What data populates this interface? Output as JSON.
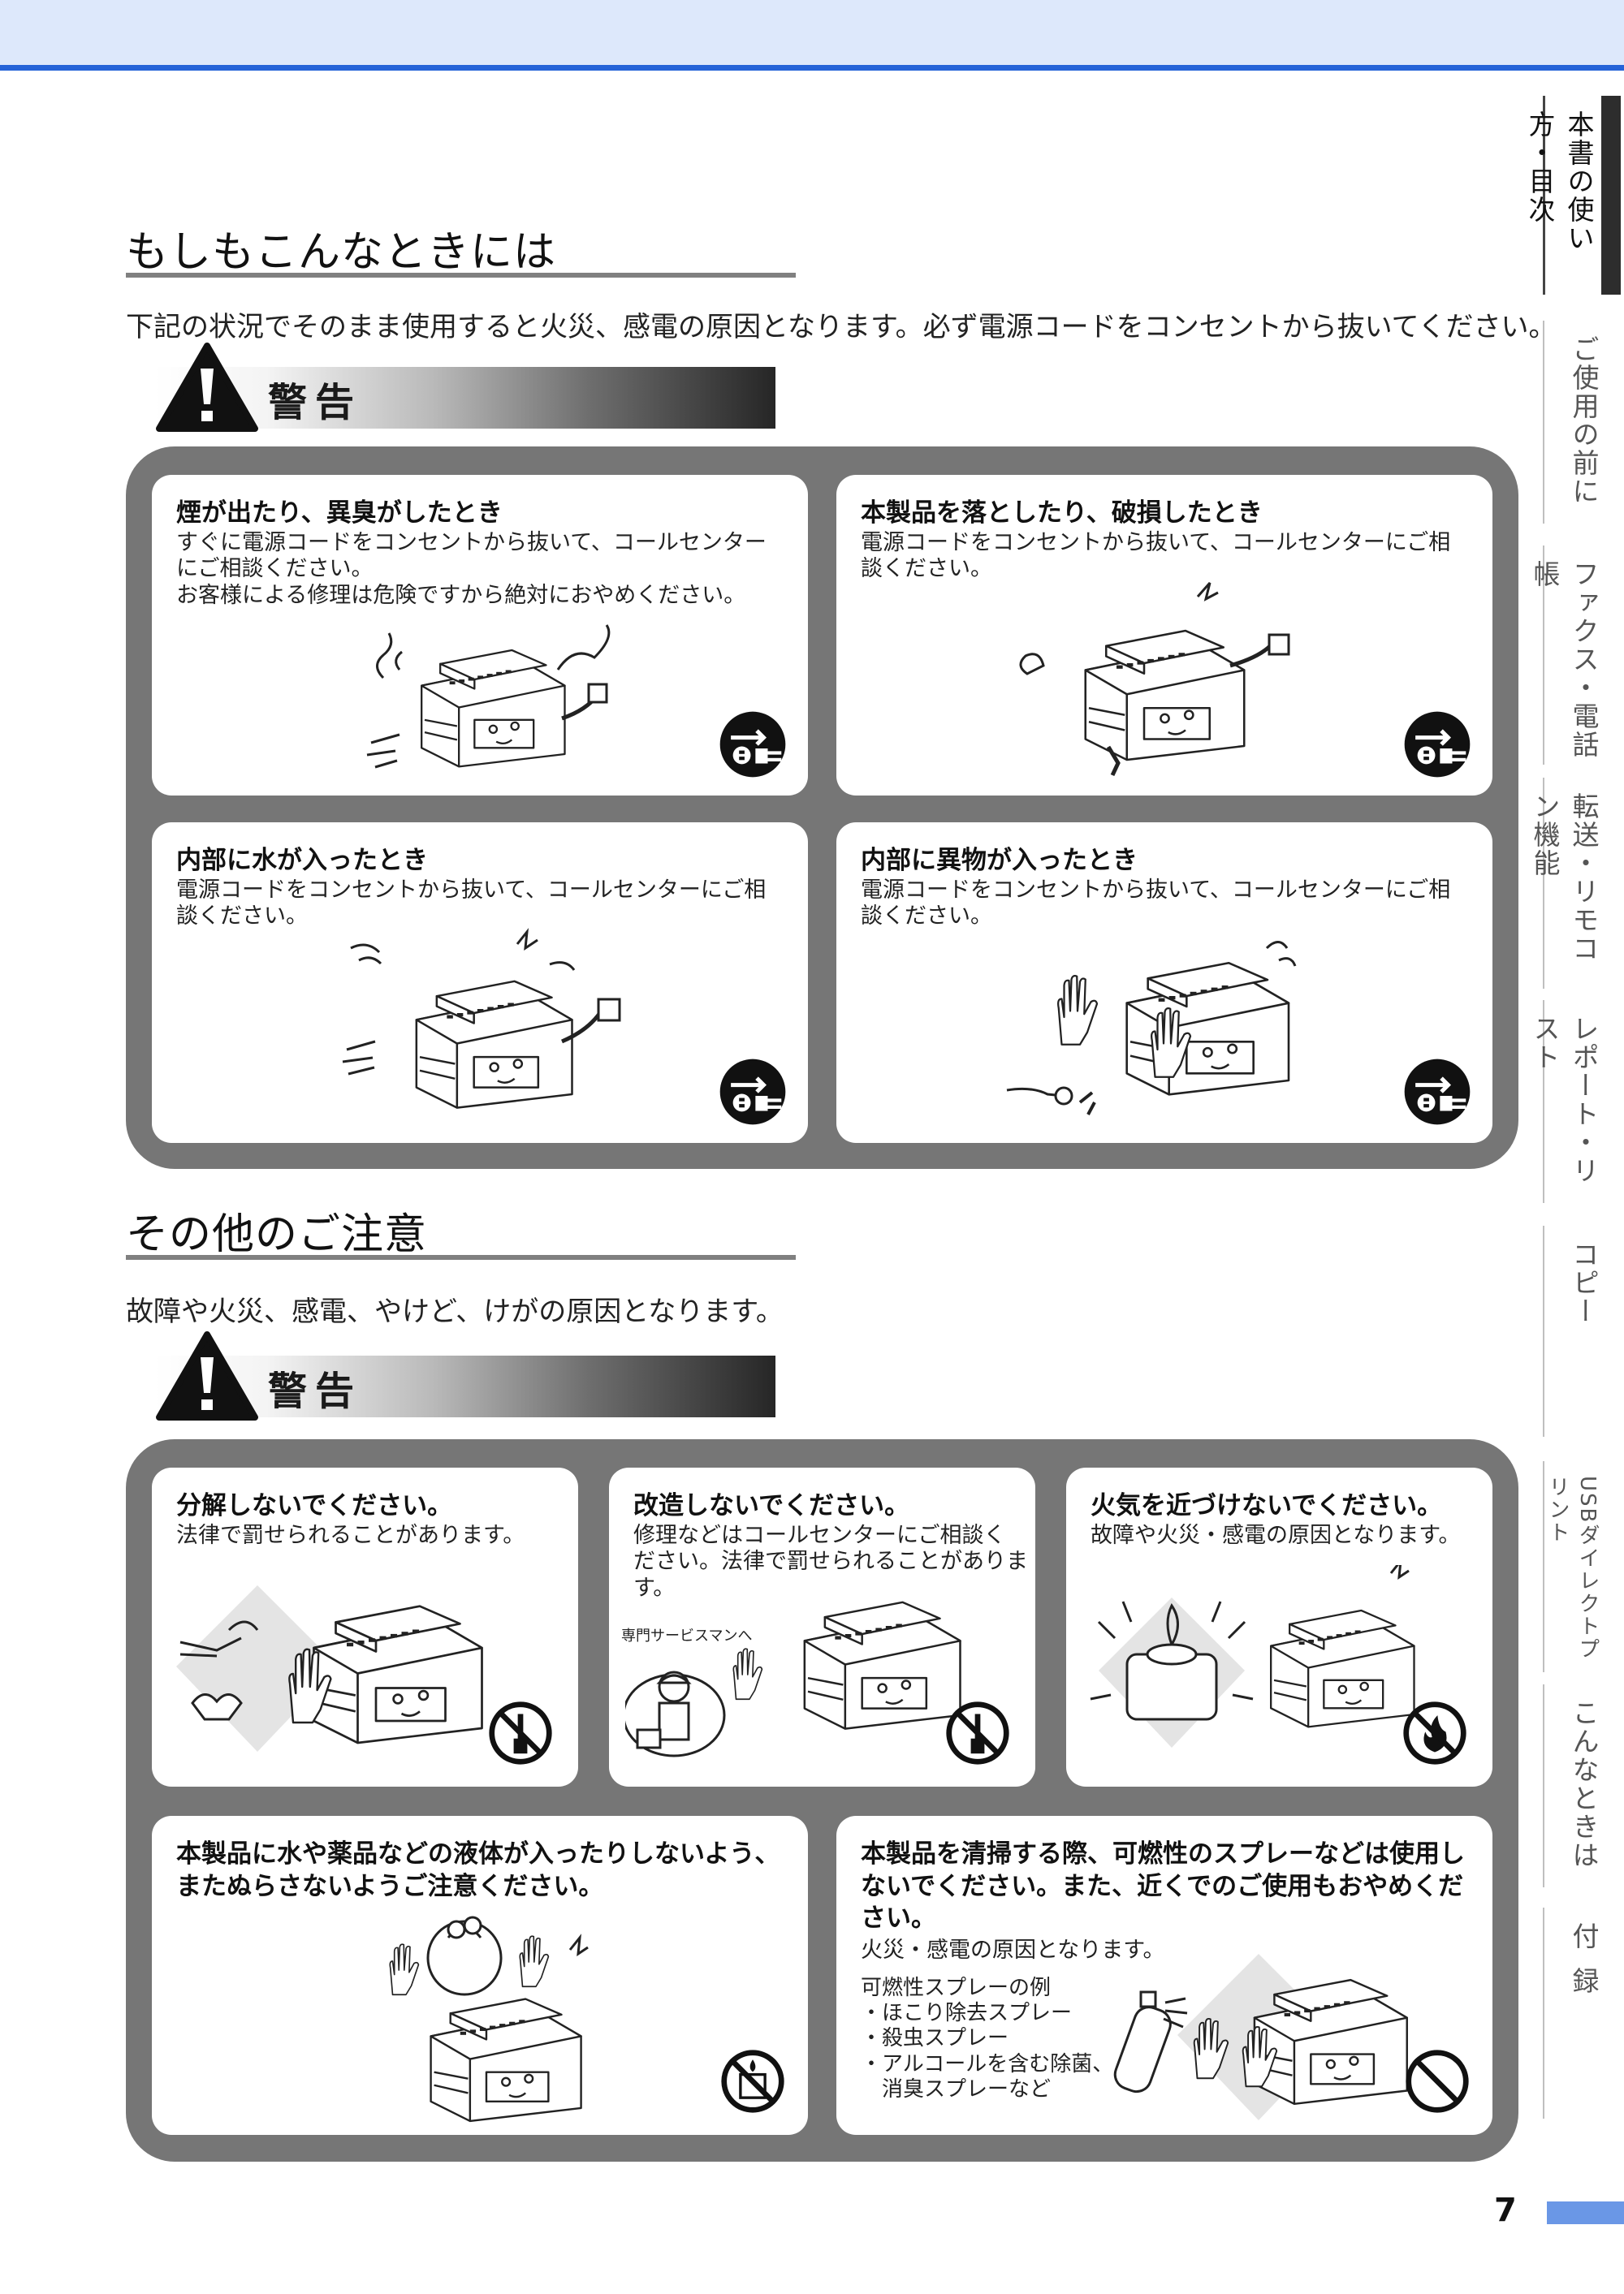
{
  "sections": {
    "s1": {
      "title": "もしもこんなときには",
      "intro": "下記の状況でそのまま使用すると火災、感電の原因となります。必ず電源コードをコンセントから抜いてください。",
      "warning_label": "警告",
      "cards": [
        {
          "title": "煙が出たり、異臭がしたとき",
          "desc": "すぐに電源コードをコンセントから抜いて、コールセンター\nにご相談ください。\nお客様による修理は危険ですから絶対におやめください。"
        },
        {
          "title": "本製品を落としたり、破損したとき",
          "desc": "電源コードをコンセントから抜いて、コールセンターにご相\n談ください。"
        },
        {
          "title": "内部に水が入ったとき",
          "desc": "電源コードをコンセントから抜いて、コールセンターにご相\n談ください。"
        },
        {
          "title": "内部に異物が入ったとき",
          "desc": "電源コードをコンセントから抜いて、コールセンターにご相\n談ください。"
        }
      ]
    },
    "s2": {
      "title": "その他のご注意",
      "intro": "故障や火災、感電、やけど、けがの原因となります。",
      "warning_label": "警告",
      "cards": [
        {
          "title": "分解しないでください。",
          "desc": "法律で罰せられることがあります。"
        },
        {
          "title": "改造しないでください。",
          "desc": "修理などはコールセンターにご相談く\nださい。法律で罰せられることがありま\nす。"
        },
        {
          "title": "火気を近づけないでください。",
          "desc": "故障や火災・感電の原因となります。"
        },
        {
          "title": "本製品に水や薬品などの液体が入ったりしないよう、\nまたぬらさないようご注意ください。",
          "desc": ""
        },
        {
          "title": "本製品を清掃する際、可燃性のスプレーなどは使用し\nないでください。また、近くでのご使用もおやめくだ\nさい。",
          "desc": "火災・感電の原因となります。"
        }
      ],
      "service_label": "専門サービスマンへ",
      "spray_list": "可燃性スプレーの例\n・ほこり除去スプレー\n・殺虫スプレー\n・アルコールを含む除菌、\n　消臭スプレーなど"
    }
  },
  "tabs": [
    {
      "label": "本書の使い方・目次",
      "active": true
    },
    {
      "label": "ご使用の前に"
    },
    {
      "label": "ファクス・電話帳"
    },
    {
      "label": "転送・リモコン機能"
    },
    {
      "label": "レポート・リスト"
    },
    {
      "label": "コピー"
    },
    {
      "label": "USBダイレクトプリント"
    },
    {
      "label": "こんなときは"
    },
    {
      "label": "付録"
    }
  ],
  "page_number": "7",
  "icons": {
    "warning": "warning-triangle-icon",
    "unplug": "unplug-instruction-icon",
    "no_disassembly": "no-disassembly-icon",
    "no_fire": "no-fire-icon",
    "no_liquid": "no-liquid-icon",
    "prohibited": "prohibited-icon"
  },
  "colors": {
    "accent": "#2563d8",
    "top_bar": "#dde8fb",
    "panel": "#767676",
    "page_bar": "#6a97e6"
  }
}
